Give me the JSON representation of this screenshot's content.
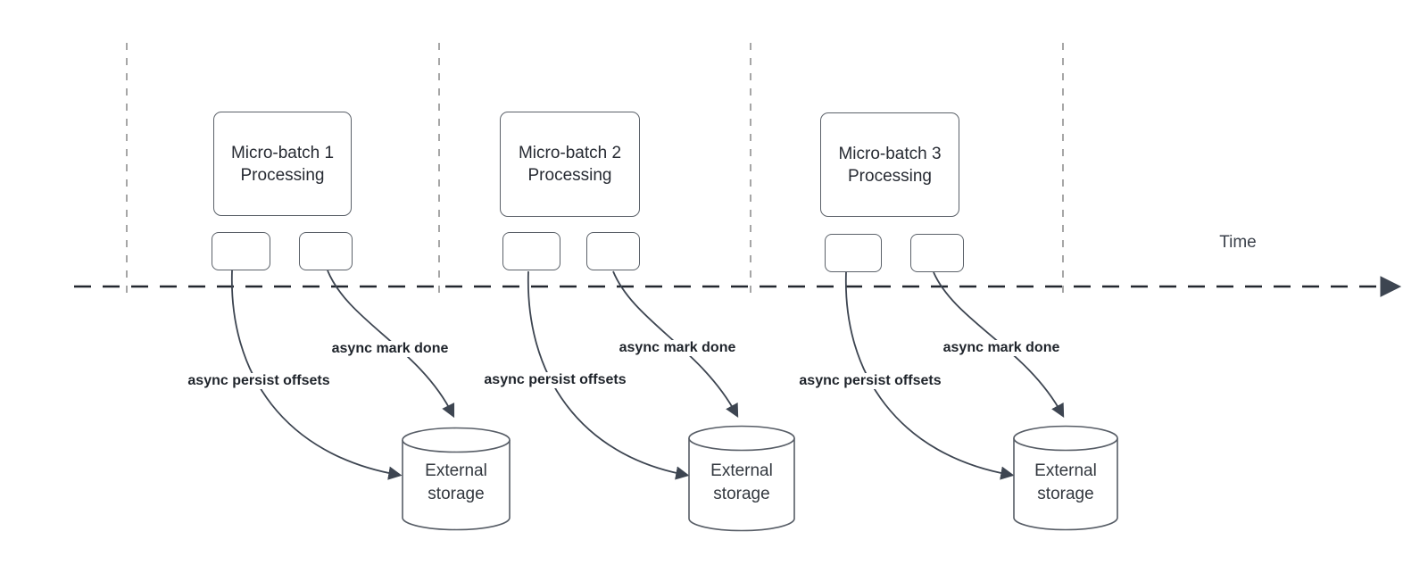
{
  "time_label": "Time",
  "colors": {
    "timeline_line": "#22272f",
    "guide_line": "#a6a6a6",
    "arrow_line": "#3d4551",
    "shape_border": "#5b6169",
    "text": "#272b33"
  },
  "groups": [
    {
      "title_line1": "Micro-batch 1",
      "title_line2": "Processing",
      "persist_label": "async persist offsets",
      "done_label": "async mark done",
      "storage_line1": "External",
      "storage_line2": "storage"
    },
    {
      "title_line1": "Micro-batch 2",
      "title_line2": "Processing",
      "persist_label": "async persist offsets",
      "done_label": "async mark done",
      "storage_line1": "External",
      "storage_line2": "storage"
    },
    {
      "title_line1": "Micro-batch 3",
      "title_line2": "Processing",
      "persist_label": "async persist offsets",
      "done_label": "async mark done",
      "storage_line1": "External",
      "storage_line2": "storage"
    }
  ]
}
